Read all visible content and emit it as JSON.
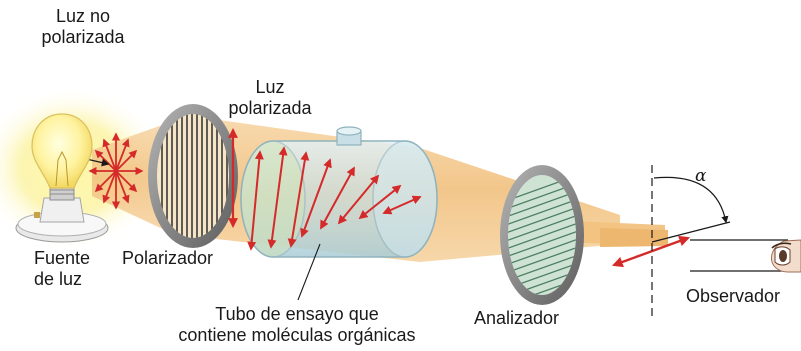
{
  "labels": {
    "unpolarized_line1": "Luz no",
    "unpolarized_line2": "polarizada",
    "polarized_line1": "Luz",
    "polarized_line2": "polarizada",
    "source_line1": "Fuente",
    "source_line2": "de luz",
    "polarizer": "Polarizador",
    "tube_line1": "Tubo de ensayo que",
    "tube_line2": "contiene moléculas orgánicas",
    "analyzer": "Analizador",
    "observer": "Observador",
    "angle": "α"
  },
  "colors": {
    "beam": "#f3c98e",
    "glow": "#fbf29a",
    "arrow": "#d42a2a",
    "lens_frame": "#7f7f7f",
    "tube_glass": "#c5dfe7",
    "analyzer_grid": "#5e8f73"
  }
}
